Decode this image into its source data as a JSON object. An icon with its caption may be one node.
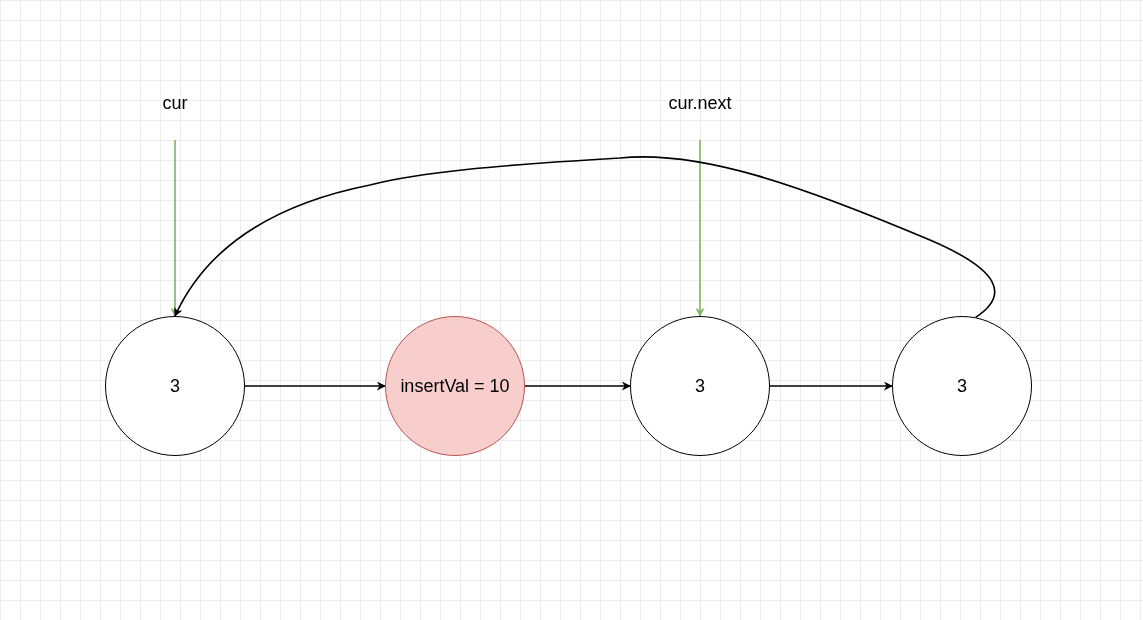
{
  "diagram": {
    "nodes": [
      {
        "text": [
          "cur"
        ]
      },
      {
        "text": [
          "cur.next"
        ]
      },
      {
        "text": [
          "3"
        ]
      },
      {
        "text": [
          "insertVal = 10"
        ]
      },
      {
        "text": [
          "3"
        ]
      },
      {
        "text": [
          "3"
        ]
      }
    ],
    "edges": [
      {
        "from": 0,
        "to": 2,
        "arrow": "to",
        "color": "#82b366"
      },
      {
        "from": 1,
        "to": 4,
        "arrow": "to",
        "color": "#82b366"
      },
      {
        "from": 2,
        "to": 3,
        "arrow": "to"
      },
      {
        "from": 3,
        "to": 4,
        "arrow": "to"
      },
      {
        "from": 4,
        "to": 5,
        "arrow": "to"
      },
      {
        "from": 5,
        "to": 2,
        "arrow": "to"
      }
    ]
  }
}
